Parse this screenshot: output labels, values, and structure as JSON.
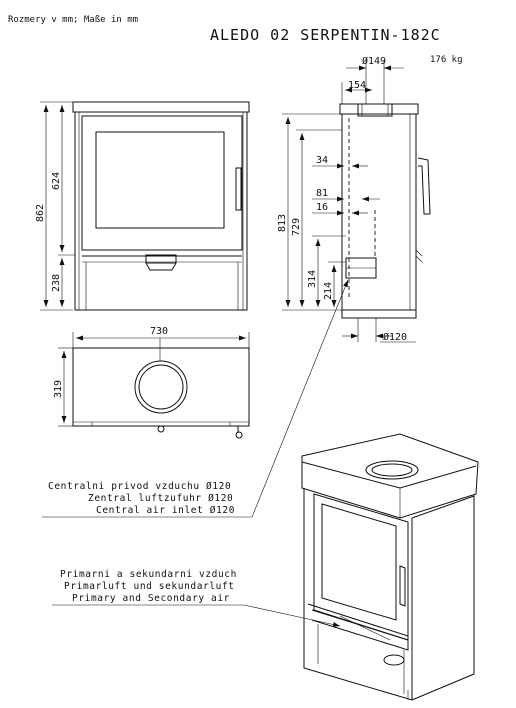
{
  "header": {
    "units_note": "Rozmery v mm; Maße in mm",
    "title": "ALEDO 02 SERPENTIN-182C",
    "weight": "176 kg"
  },
  "dimensions": {
    "height_total": "862",
    "height_upper": "624",
    "height_lower": "238",
    "height_side_total": "813",
    "height_outlet_center": "729",
    "height_inlet_top": "314",
    "height_inlet_center": "214",
    "top_outlet_diameter": "Ø149",
    "top_outlet_offset": "154",
    "rear_offset_1": "34",
    "rear_offset_2": "81",
    "rear_offset_3": "16",
    "air_inlet_diameter": "Ø120",
    "width": "730",
    "depth": "319"
  },
  "callouts": {
    "air_inlet": [
      "Centralni privod vzduchu Ø120",
      "Zentral luftzufuhr Ø120",
      "Central air inlet Ø120"
    ],
    "primary_air": [
      "Primarni a sekundarni vzduch",
      "Primarluft und sekundarluft",
      "Primary and Secondary air"
    ]
  }
}
